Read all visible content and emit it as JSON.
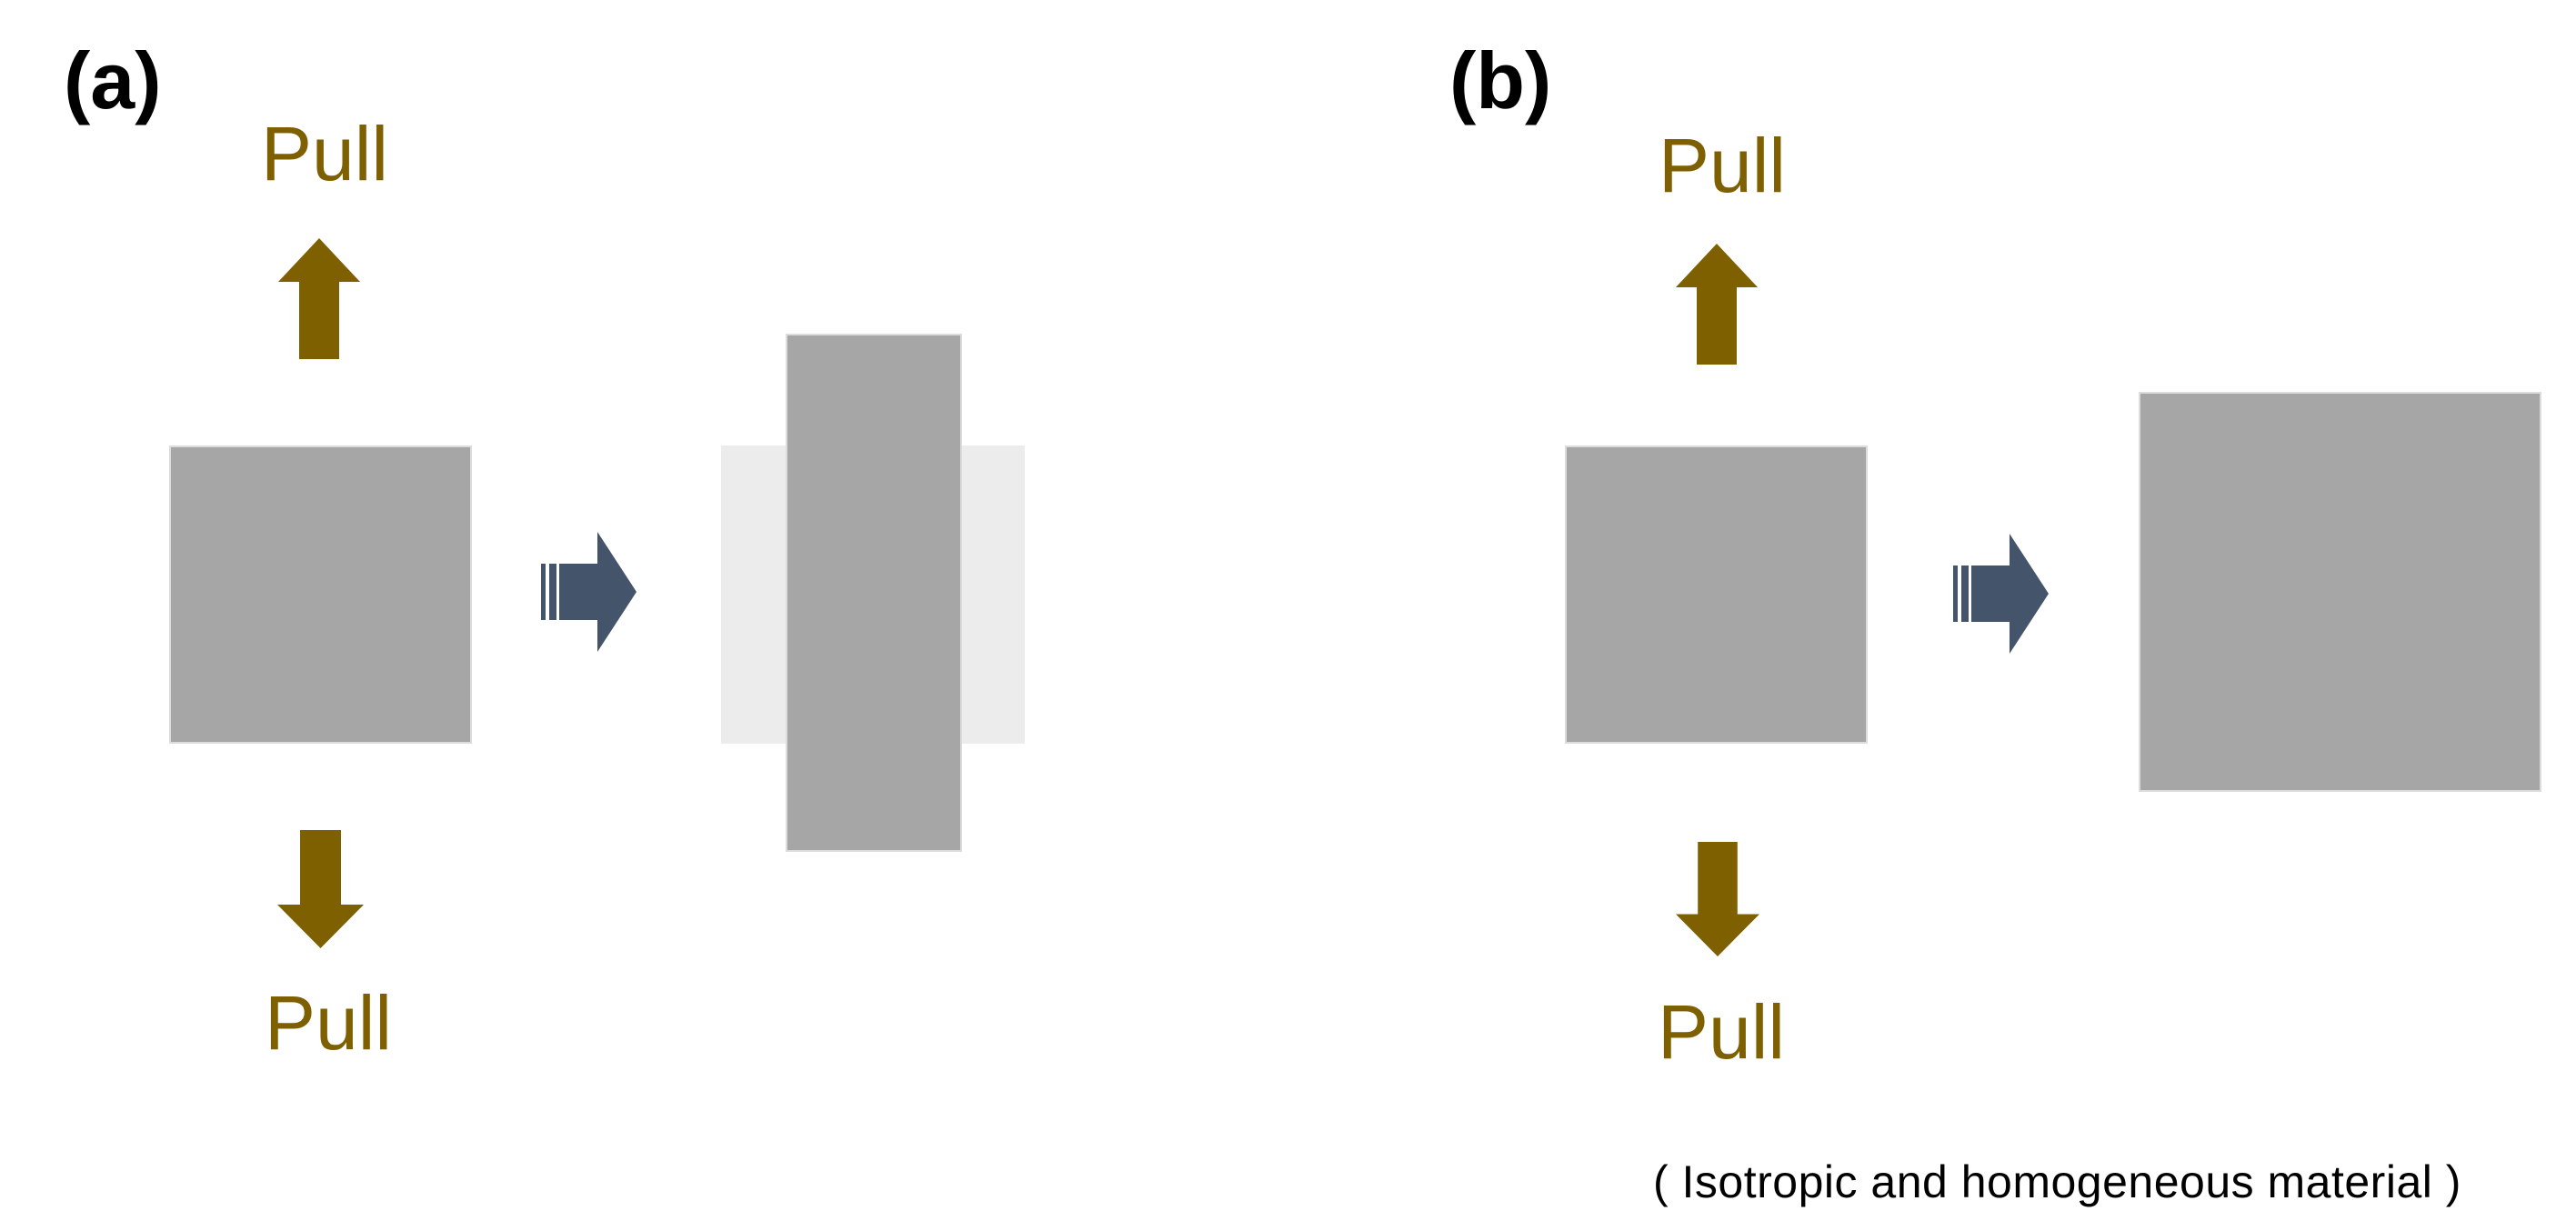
{
  "figure": {
    "panel_a": {
      "label": "(a)",
      "pull_top": "Pull",
      "pull_bottom": "Pull"
    },
    "panel_b": {
      "label": "(b)",
      "pull_top": "Pull",
      "pull_bottom": "Pull",
      "caption": "( Isotropic and homogeneous material )"
    },
    "icons": {
      "up_arrow": "up-arrow",
      "down_arrow": "down-arrow",
      "transform_arrow": "striped-right-arrow"
    },
    "colors": {
      "pull": "#7F6000",
      "transform_arrow": "#44546A",
      "material": "#A6A6A6",
      "material_ghost": "#ECECEC",
      "shape_border": "#DCDCDC",
      "text": "#000000",
      "background": "#FFFFFF"
    }
  }
}
